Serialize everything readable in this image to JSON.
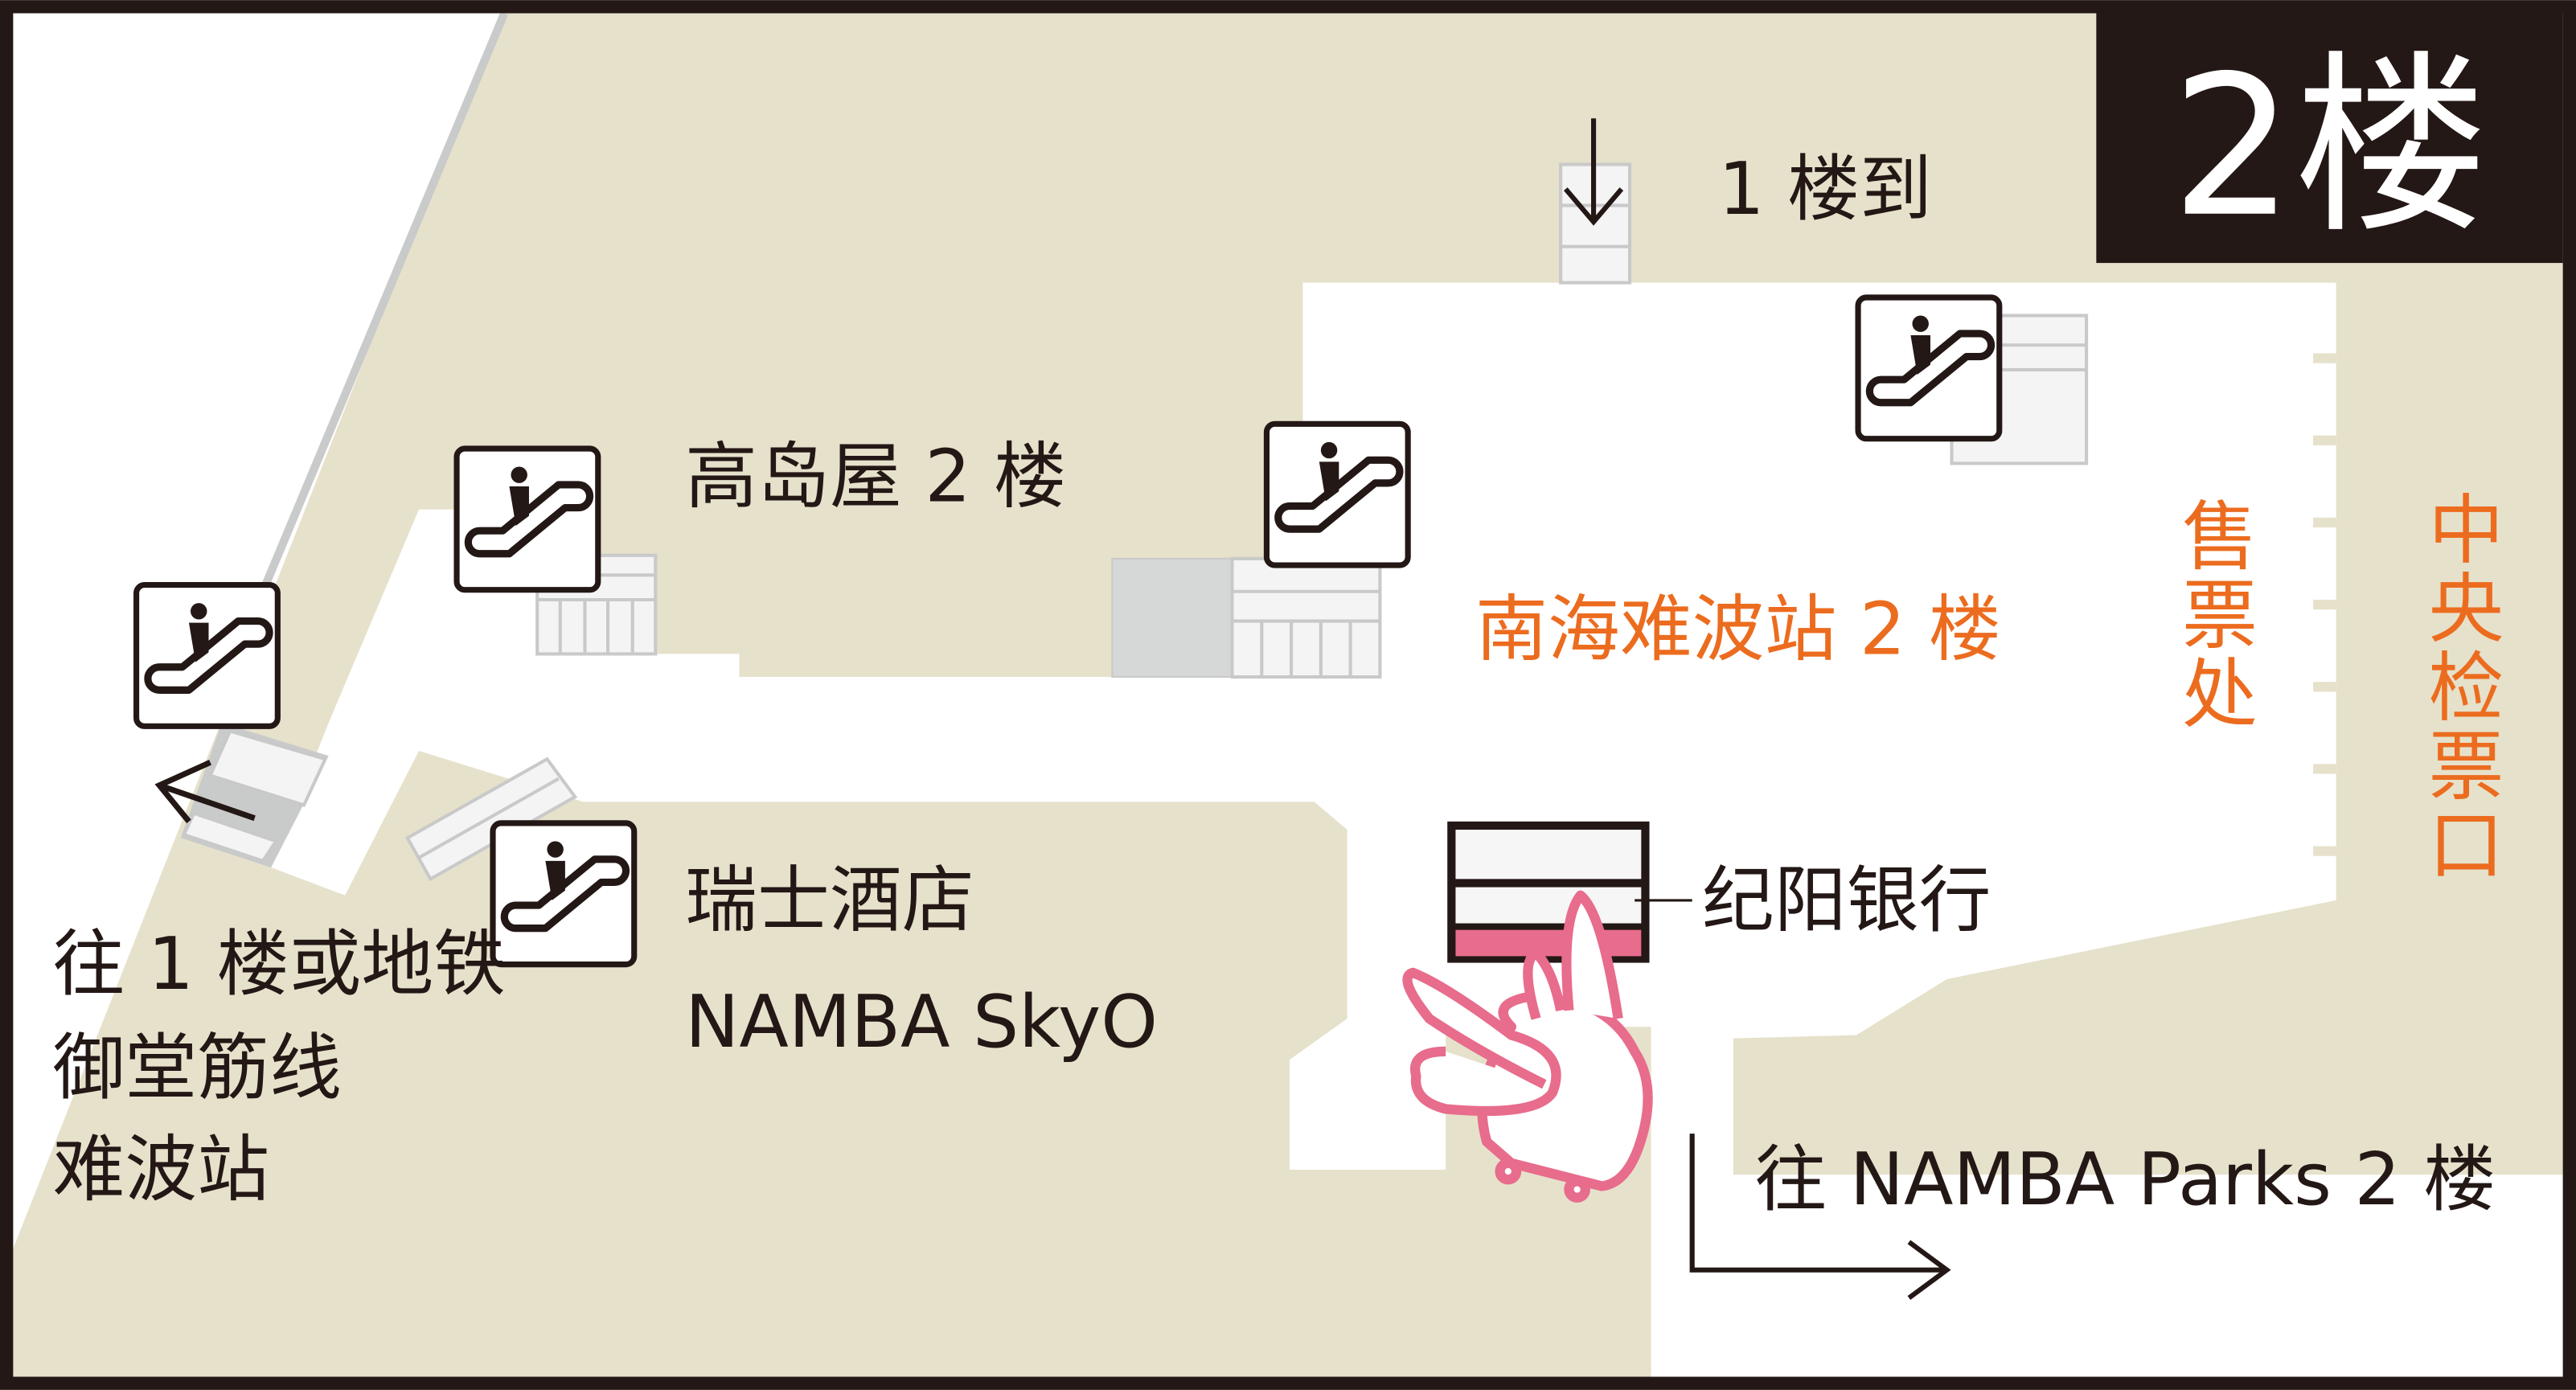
{
  "floor_badge": "2楼",
  "colors": {
    "beige": "#e6e1cb",
    "ink": "#231815",
    "orange": "#ec6c1f",
    "pink": "#e86c8c"
  },
  "labels": {
    "from_1f": "1 楼到",
    "takashimaya": "高岛屋 2 楼",
    "nankai_station": "南海难波站 2 楼",
    "ticket_office": "售票处",
    "central_gate": "中央检票口",
    "kiyo_bank": "纪阳银行",
    "swissotel": "瑞士酒店",
    "namba_skyo": "NAMBA SkyO",
    "to_subway_line1": "往 1 楼或地铁",
    "to_subway_line2": "御堂筋线",
    "to_subway_line3": "难波站",
    "to_parks": "往 NAMBA Parks 2 楼"
  },
  "icons": [
    "escalator-icon",
    "arrow-icon",
    "bank-icon",
    "mascot-icon"
  ]
}
